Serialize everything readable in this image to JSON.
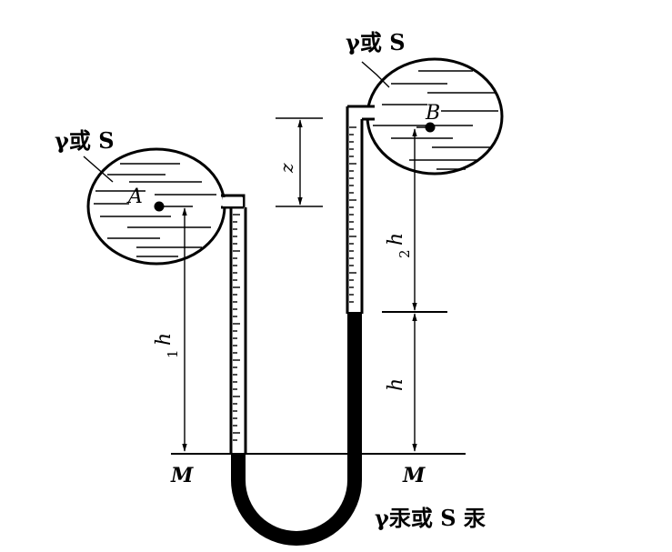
{
  "labels": {
    "fluid_left": "γ或 S",
    "fluid_right": "γ或 S",
    "point_a": "A",
    "point_b": "B",
    "z": "z",
    "h1": "h",
    "h1_sub": "1",
    "h2": "h",
    "h2_sub": "2",
    "h": "h",
    "datum_left": "M",
    "datum_right": "M",
    "mercury": "γ汞或 S 汞"
  },
  "colors": {
    "ink": "#000000",
    "background": "#ffffff"
  }
}
